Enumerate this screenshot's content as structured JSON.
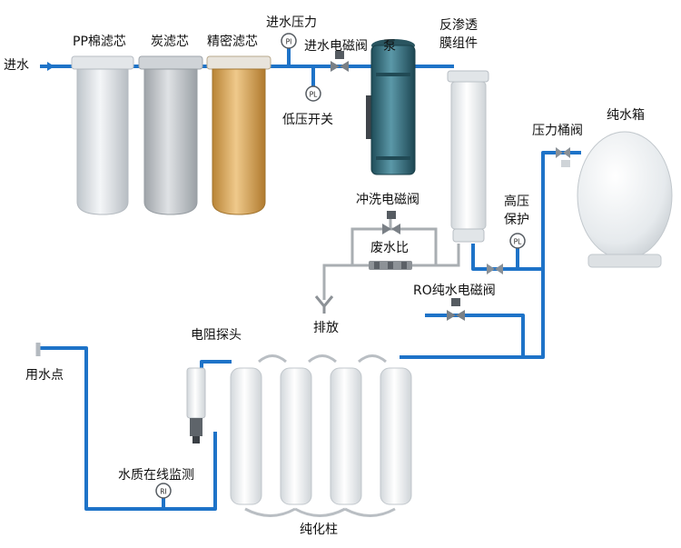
{
  "labels": {
    "inlet": "进水",
    "pp_filter": "PP棉滤芯",
    "carbon_filter": "炭滤芯",
    "precision_filter": "精密滤芯",
    "inlet_pressure": "进水压力",
    "inlet_valve": "进水电磁阀",
    "pump": "泵",
    "ro_membrane_line1": "反渗透",
    "ro_membrane_line2": "膜组件",
    "low_pressure_switch": "低压开关",
    "pure_water_tank": "纯水箱",
    "pressure_tank": "压力桶阀",
    "flush_valve": "冲洗电磁阀",
    "high_pressure_line1": "高压",
    "high_pressure_line2": "保护",
    "waste_ratio": "废水比",
    "drain": "排放",
    "ro_pure_valve": "RO纯水电磁阀",
    "resistance_probe": "电阻探头",
    "use_point": "用水点",
    "quality_monitor": "水质在线监测",
    "polishing_column": "纯化柱"
  },
  "gauges": {
    "pi": "PI",
    "pl": "PL",
    "ri": "RI"
  },
  "colors": {
    "water_line": "#1e73c8",
    "drain_line": "#a9aeb2",
    "pp_housing": "#dfe3e7",
    "carbon_housing": "#c4c8cc",
    "precision_housing": "#d6a55a",
    "pump_body": "#2f6c7c",
    "vessel": "#eef1f3"
  }
}
